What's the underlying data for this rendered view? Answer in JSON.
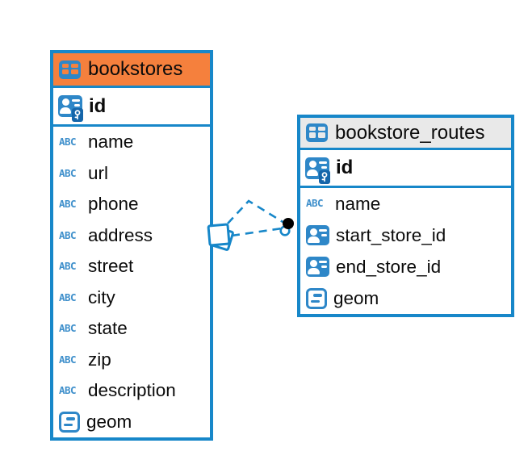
{
  "diagram": {
    "background": "#ffffff",
    "colors": {
      "table_border": "#1787c9",
      "bookstores_header": "#f5803d",
      "bookstore_routes_header": "#e9e9e9",
      "icon_blue": "#2e87c8",
      "key_badge_blue": "#1566aa",
      "abc_icon_blue": "#3e8fcb",
      "text": "#0b0b0b",
      "relationship_line": "#1787c9",
      "relationship_dot": "#000000"
    },
    "icons": {
      "abc_glyph": "ABC"
    },
    "tables": [
      {
        "title": "bookstores",
        "icon": "table-icon",
        "primary_key": {
          "label": "id",
          "icon": "person-key-icon"
        },
        "fields": [
          {
            "label": "name",
            "icon": "abc-icon"
          },
          {
            "label": "url",
            "icon": "abc-icon"
          },
          {
            "label": "phone",
            "icon": "abc-icon"
          },
          {
            "label": "address",
            "icon": "abc-icon"
          },
          {
            "label": "street",
            "icon": "abc-icon"
          },
          {
            "label": "city",
            "icon": "abc-icon"
          },
          {
            "label": "state",
            "icon": "abc-icon"
          },
          {
            "label": "zip",
            "icon": "abc-icon"
          },
          {
            "label": "description",
            "icon": "abc-icon"
          },
          {
            "label": "geom",
            "icon": "geometry-icon"
          }
        ]
      },
      {
        "title": "bookstore_routes",
        "icon": "table-icon",
        "primary_key": {
          "label": "id",
          "icon": "person-key-icon"
        },
        "fields": [
          {
            "label": "name",
            "icon": "abc-icon"
          },
          {
            "label": "start_store_id",
            "icon": "person-icon"
          },
          {
            "label": "end_store_id",
            "icon": "person-icon"
          },
          {
            "label": "geom",
            "icon": "geometry-icon"
          }
        ]
      }
    ],
    "relationship": {
      "style": "dashed",
      "between": [
        "bookstores",
        "bookstore_routes"
      ],
      "line_count": 2
    }
  }
}
